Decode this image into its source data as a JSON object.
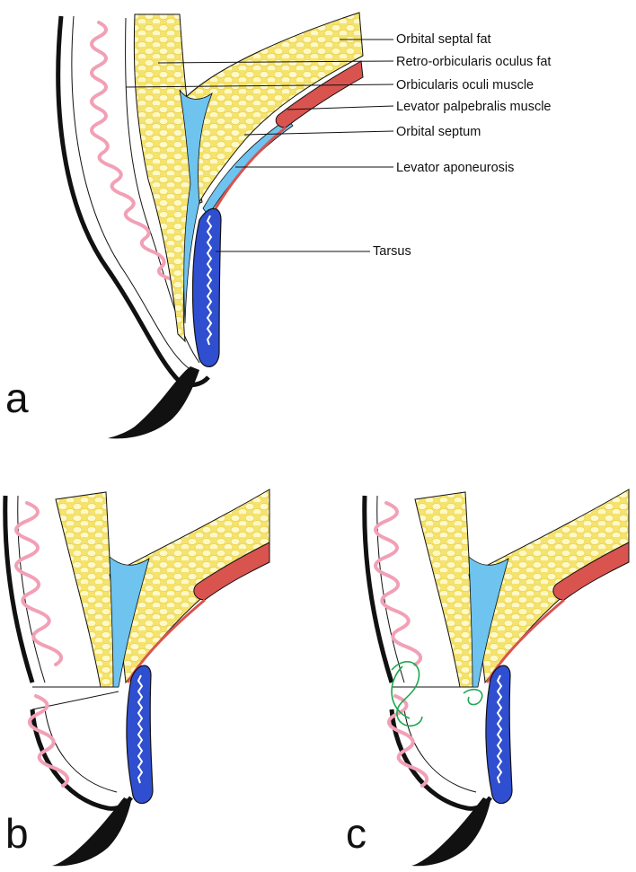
{
  "panels": {
    "a": "a",
    "b": "b",
    "c": "c"
  },
  "labels": {
    "orbital_septal_fat": "Orbital septal fat",
    "retro_orbicularis_oculus_fat": "Retro-orbicularis oculus fat",
    "orbicularis_oculi_muscle": "Orbicularis oculi muscle",
    "levator_palpebralis_muscle": "Levator palpebralis muscle",
    "orbital_septum": "Orbital septum",
    "levator_aponeurosis": "Levator aponeurosis",
    "tarsus": "Tarsus"
  },
  "colors": {
    "fat": "#f5e36f",
    "fat_cells": "#fff9c8",
    "septum_fill": "#6ec3ef",
    "muscle": "#d9534f",
    "tarsus": "#2f4fd0",
    "orbicularis": "#f2a0b6",
    "suture": "#1fa84f",
    "outline": "#111111"
  }
}
